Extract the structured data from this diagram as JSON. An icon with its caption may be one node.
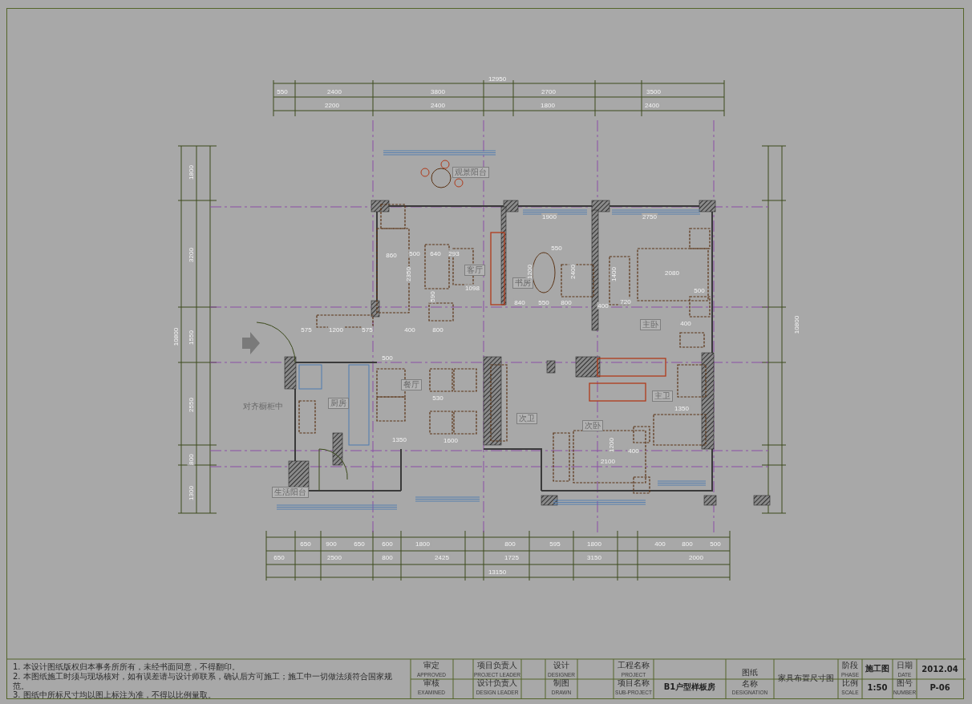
{
  "diagram": {
    "nodes": [
      {
        "text": [
          "观景阳台"
        ]
      },
      {
        "text": [
          "客厅"
        ]
      },
      {
        "text": [
          "书房"
        ]
      },
      {
        "text": [
          "主卧"
        ]
      },
      {
        "text": [
          "餐厅"
        ]
      },
      {
        "text": [
          "主卫"
        ]
      },
      {
        "text": [
          "厨房"
        ]
      },
      {
        "text": [
          "次卫"
        ]
      },
      {
        "text": [
          "次卧"
        ]
      },
      {
        "text": [
          "生活阳台"
        ]
      }
    ],
    "labels": [
      "12950",
      "550",
      "2400",
      "3800",
      "2700",
      "3500",
      "2200",
      "2400",
      "1800",
      "2400",
      "10800",
      "1800",
      "3200",
      "1550",
      "2550",
      "800",
      "1300",
      "10800",
      "1900",
      "2750",
      "860",
      "500",
      "640",
      "293",
      "550",
      "2350",
      "1200",
      "2400",
      "1400",
      "2080",
      "1098",
      "500",
      "590",
      "840",
      "550",
      "800",
      "400",
      "720",
      "400",
      "575",
      "1200",
      "575",
      "400",
      "800",
      "500",
      "530",
      "对齐橱柜中",
      "1350",
      "1350",
      "1600",
      "400",
      "1200",
      "2100",
      "650",
      "900",
      "650",
      "600",
      "1800",
      "800",
      "595",
      "1800",
      "400",
      "800",
      "500",
      "650",
      "2500",
      "800",
      "2425",
      "1725",
      "3150",
      "2000",
      "13150",
      "1. 本设计图纸版权归本事务所所有，未经书面同意，不得翻印。",
      "2. 本图纸施工时须与现场核对，如有误差请与设计师联系，确认后方可施工；施工中一切做法须符合国家规范。",
      "3. 图纸中所标尺寸均以图上标注为准，不得以比例量取。",
      "审定",
      "APPROVED",
      "项目负责人",
      "PROJECT LEADER",
      "设计",
      "DESIGNER",
      "工程名称",
      "PROJECT",
      "图纸名称",
      "DESIGNATION",
      "家具布置尺寸图",
      "阶段",
      "PHASE",
      "施工图",
      "日期",
      "DATE",
      "2012.04",
      "审核",
      "EXAMINED",
      "设计负责人",
      "DESIGN LEADER",
      "制图",
      "DRAWN",
      "项目名称",
      "SUB-PROJECT",
      "B1户型样板房",
      "比例",
      "SCALE",
      "1:50",
      "图号",
      "NUMBER",
      "P-06"
    ]
  }
}
